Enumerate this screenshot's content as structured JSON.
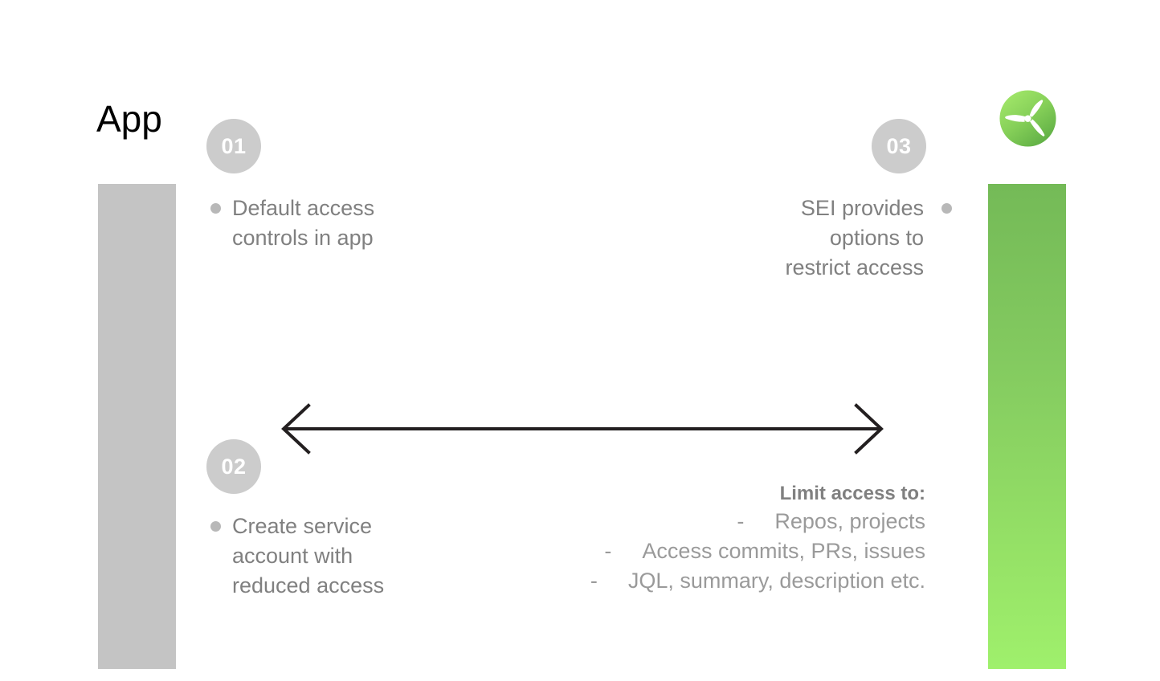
{
  "slide": {
    "title": "App",
    "background": "#ffffff"
  },
  "colors": {
    "bar_left": "#c4c4c4",
    "bar_right_top": "#74ba57",
    "bar_right_bottom": "#9ff06c",
    "badge_bg": "#cccccc",
    "badge_text": "#ffffff",
    "body_text": "#808080",
    "title_text": "#000000",
    "arrow": "#231f20",
    "logo_green_light": "#9ae05f",
    "logo_green_dark": "#63b548"
  },
  "logo": {
    "name": "propeller-logo",
    "shape": "three-blade-propeller-in-circle"
  },
  "steps": [
    {
      "number": "01",
      "text": "Default access\ncontrols in app",
      "align": "left"
    },
    {
      "number": "02",
      "text": "Create service\naccount with\nreduced access",
      "align": "left"
    },
    {
      "number": "03",
      "text": "SEI provides\noptions to\nrestrict access",
      "align": "right"
    }
  ],
  "arrow": {
    "name": "double-headed-arrow",
    "direction": "both"
  },
  "limit_access": {
    "heading": "Limit access to:",
    "dash": "-",
    "items": [
      "Repos, projects",
      "Access commits, PRs, issues",
      "JQL, summary, description etc."
    ]
  }
}
